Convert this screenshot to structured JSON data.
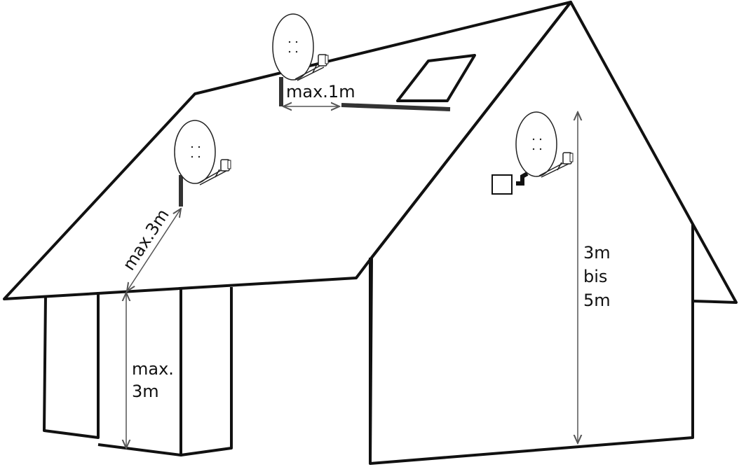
{
  "diagram": {
    "colors": {
      "line": "#111111",
      "mast": "#333333",
      "arrow": "#555555",
      "background": "#ffffff"
    },
    "labels": {
      "ridge_distance": "max.1m",
      "roof_distance": "max.3m",
      "eave_height_line1": "max.",
      "eave_height_line2": "3m",
      "wall_height_line1": "3m",
      "wall_height_line2": "bis",
      "wall_height_line3": "5m"
    },
    "icons": [
      "satellite-dish-icon",
      "wall-mount-box-icon",
      "roof-window-icon"
    ]
  }
}
